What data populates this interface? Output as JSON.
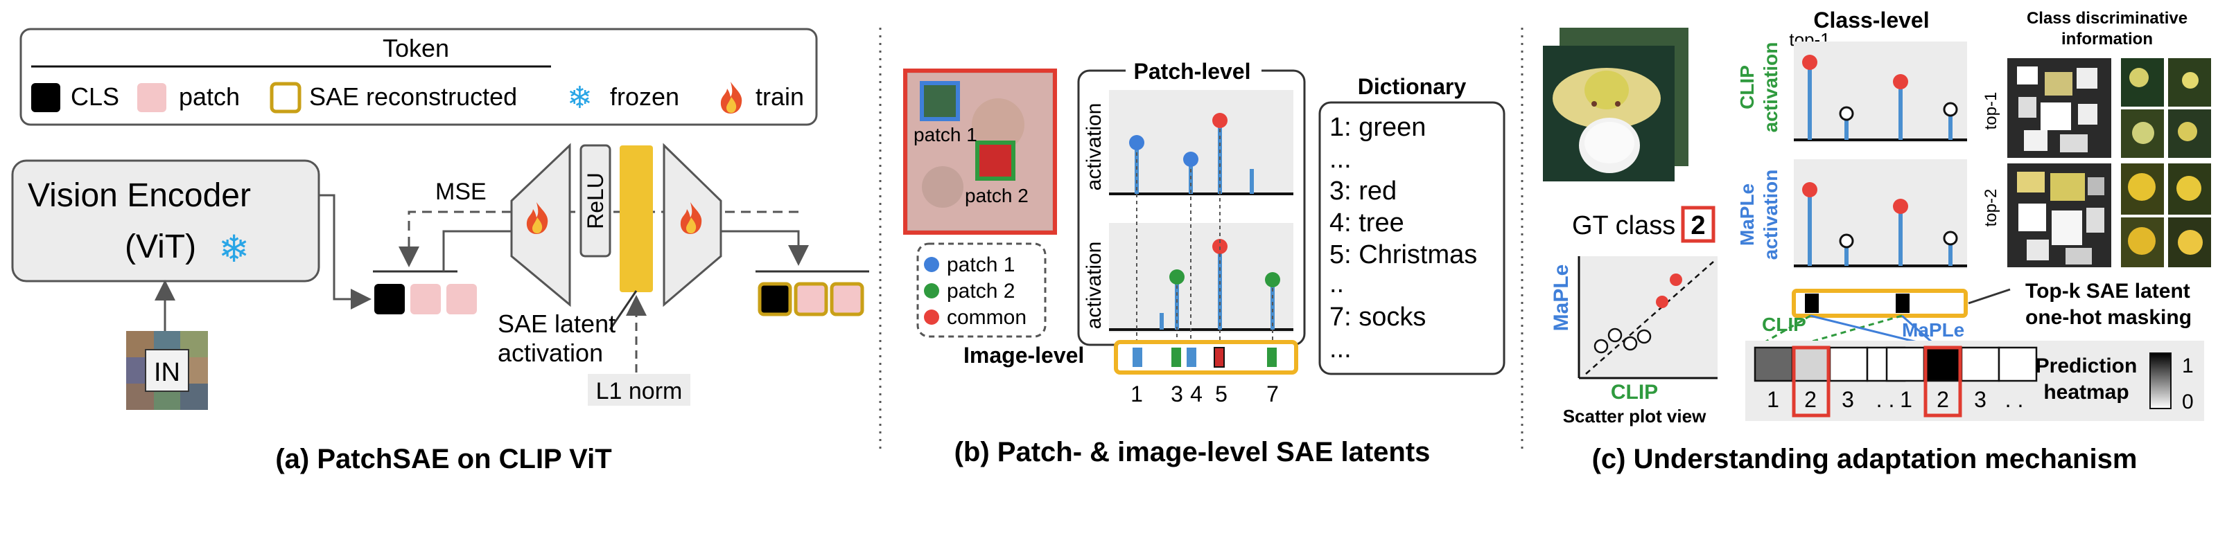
{
  "panel_a": {
    "legend_title": "Token",
    "legend": {
      "cls": "CLS",
      "patch": "patch",
      "sae": "SAE reconstructed",
      "frozen": "frozen",
      "train": "train"
    },
    "encoder_line1": "Vision Encoder",
    "encoder_line2": "(ViT)",
    "in_label": "IN",
    "mse": "MSE",
    "relu": "ReLU",
    "latent_line1": "SAE latent",
    "latent_line2": "activation",
    "l1": "L1 norm",
    "caption": "(a) PatchSAE on CLIP ViT"
  },
  "panel_b": {
    "patch1": "patch 1",
    "patch2": "patch 2",
    "key": [
      "patch 1",
      "patch 2",
      "common"
    ],
    "patch_level": "Patch-level",
    "activation": "activation",
    "image_level": "Image-level",
    "index_labels": [
      "1",
      "3",
      "4",
      "5",
      "7"
    ],
    "dictionary_title": "Dictionary",
    "dictionary": [
      "1: green",
      "...",
      "3: red",
      "4: tree",
      "5: Christmas",
      "..",
      "7: socks",
      "..."
    ],
    "caption": "(b) Patch- & image-level SAE latents"
  },
  "panel_c": {
    "class_level": "Class-level",
    "top1": "top-1",
    "top2": "top-2",
    "clip_activation_1": "CLIP",
    "clip_activation_2": "activation",
    "maple_activation_1": "MaPLe",
    "maple_activation_2": "activation",
    "discriminative_1": "Class discriminative",
    "discriminative_2": "information",
    "row_top1": "top-1",
    "row_top2": "top-2",
    "gt_class": "GT class",
    "gt_value": "2",
    "scatter_y": "MaPLe",
    "scatter_x": "CLIP",
    "scatter_caption": "Scatter plot view",
    "topk_1": "Top-k SAE latent",
    "topk_2": "one-hot masking",
    "clip_tag": "CLIP",
    "maple_tag": "MaPLe",
    "heat_labels_a": [
      "1",
      "2",
      "3",
      ". ."
    ],
    "heat_labels_b": [
      "1",
      "2",
      "3",
      ". ."
    ],
    "prediction_1": "Prediction",
    "prediction_2": "heatmap",
    "scale_hi": "1",
    "scale_lo": "0",
    "caption": "(c) Understanding adaptation mechanism"
  },
  "colors": {
    "blue": "#3f7fd9",
    "green": "#2f9a3e",
    "red": "#e8413a",
    "gold": "#c9a017",
    "latent": "#f0c330",
    "pink": "#f4c6c8",
    "stem": "#4a8fd0",
    "gray_bg": "#ececec"
  }
}
